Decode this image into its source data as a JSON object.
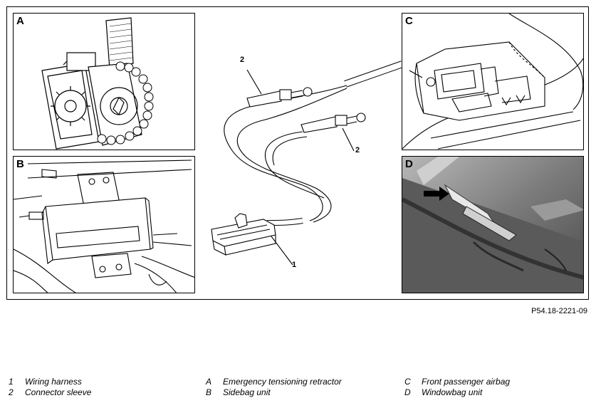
{
  "panels": {
    "A": {
      "letter": "A"
    },
    "B": {
      "letter": "B"
    },
    "C": {
      "letter": "C"
    },
    "D": {
      "letter": "D"
    }
  },
  "callouts": {
    "connector_upper": "2",
    "connector_lower": "2",
    "harness": "1"
  },
  "figure_ref": "P54.18-2221-09",
  "legend": {
    "col1": [
      {
        "key": "1",
        "text": "Wiring harness"
      },
      {
        "key": "2",
        "text": "Connector sleeve"
      }
    ],
    "col2": [
      {
        "key": "A",
        "text": "Emergency tensioning retractor"
      },
      {
        "key": "B",
        "text": "Sidebag unit"
      }
    ],
    "col3": [
      {
        "key": "C",
        "text": "Front passenger airbag"
      },
      {
        "key": "D",
        "text": "Windowbag unit"
      }
    ]
  }
}
